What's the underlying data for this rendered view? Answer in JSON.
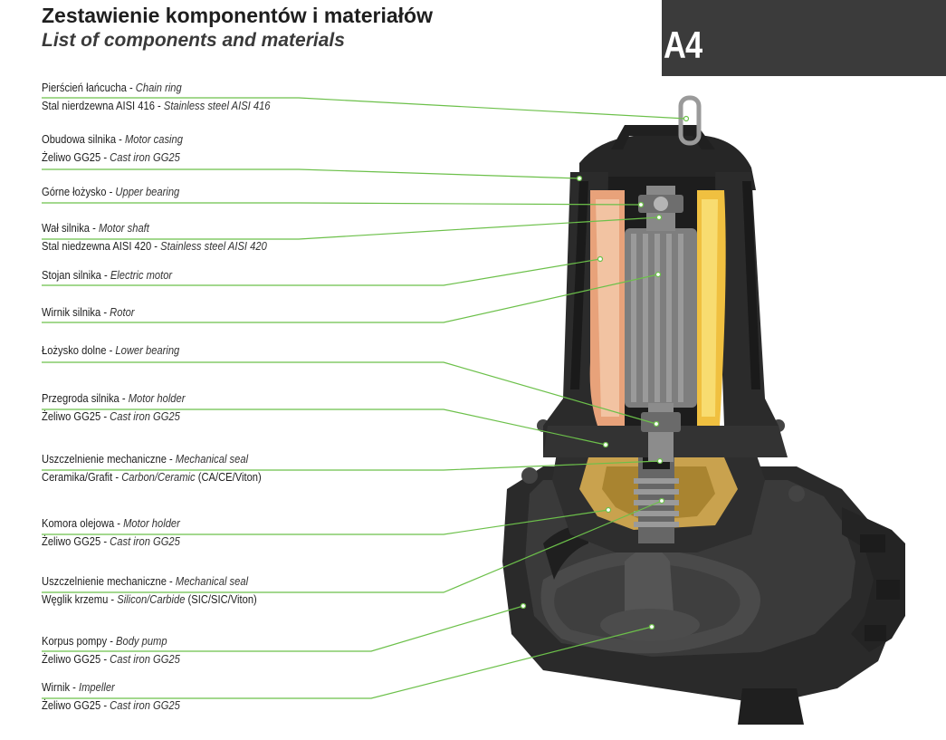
{
  "header": {
    "title_pl": "Zestawienie komponentów i materiałów",
    "title_en": "List of components and materials",
    "code": "A4"
  },
  "colors": {
    "accent_line": "#6cc04a",
    "header_box": "#3b3b3b",
    "pump_body": "#2b2b2b",
    "winding": "#e8a27a",
    "rotor": "#8a8a8a",
    "seal": "#c9a24e"
  },
  "components": [
    {
      "name_pl": "Pierścień łańcucha - ",
      "name_en": "Chain ring",
      "material_pl": "Stal nierdzewna AISI 416 - ",
      "material_en": "Stainless steel AISI 416",
      "material_extra": ""
    },
    {
      "name_pl": "Obudowa silnika - ",
      "name_en": "Motor casing",
      "material_pl": "Żeliwo GG25 - ",
      "material_en": "Cast iron GG25",
      "material_extra": ""
    },
    {
      "name_pl": "Górne łożysko - ",
      "name_en": "Upper bearing",
      "material_pl": "",
      "material_en": "",
      "material_extra": ""
    },
    {
      "name_pl": "Wał silnika - ",
      "name_en": "Motor shaft",
      "material_pl": "Stal niedzewna AISI 420 - ",
      "material_en": "Stainless steel AISI 420",
      "material_extra": ""
    },
    {
      "name_pl": "Stojan silnika - ",
      "name_en": "Electric motor",
      "material_pl": "",
      "material_en": "",
      "material_extra": ""
    },
    {
      "name_pl": "Wirnik silnika - ",
      "name_en": "Rotor",
      "material_pl": "",
      "material_en": "",
      "material_extra": ""
    },
    {
      "name_pl": "Łożysko dolne - ",
      "name_en": "Lower bearing",
      "material_pl": "",
      "material_en": "",
      "material_extra": ""
    },
    {
      "name_pl": "Przegroda silnika  - ",
      "name_en": "Motor holder",
      "material_pl": "Żeliwo GG25 - ",
      "material_en": "Cast iron GG25",
      "material_extra": ""
    },
    {
      "name_pl": "Uszczelnienie mechaniczne - ",
      "name_en": "Mechanical seal",
      "material_pl": "Ceramika/Grafit - ",
      "material_en": "Carbon/Ceramic",
      "material_extra": " (CA/CE/Viton)"
    },
    {
      "name_pl": "Komora olejowa  -  ",
      "name_en": "Motor holder",
      "material_pl": "Żeliwo GG25 - ",
      "material_en": "Cast iron GG25",
      "material_extra": ""
    },
    {
      "name_pl": "Uszczelnienie mechaniczne - ",
      "name_en": "Mechanical seal",
      "material_pl": "Węglik krzemu - ",
      "material_en": "Silicon/Carbide",
      "material_extra": " (SIC/SIC/Viton)"
    },
    {
      "name_pl": "Korpus pompy  - ",
      "name_en": "Body pump",
      "material_pl": "Żeliwo GG25 - ",
      "material_en": "Cast iron GG25",
      "material_extra": ""
    },
    {
      "name_pl": "Wirnik - ",
      "name_en": "Impeller",
      "material_pl": "Żeliwo GG25 - ",
      "material_en": "Cast iron GG25",
      "material_extra": ""
    }
  ]
}
